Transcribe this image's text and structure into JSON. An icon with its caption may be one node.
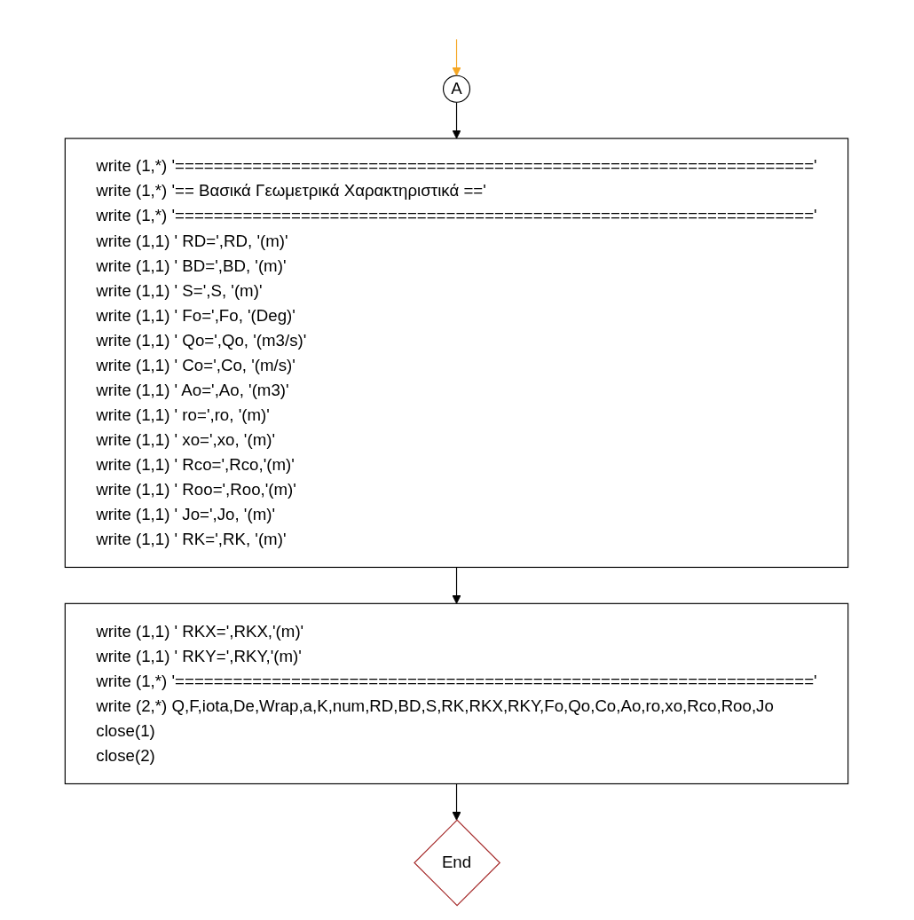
{
  "diagram": {
    "nodes": [
      {
        "text": [
          "A"
        ]
      },
      {
        "text": [
          "write (1,*) '=================================================================='",
          "write (1,*) '== Βασικά Γεωμετρικά Χαρακτηριστικά =='",
          "write (1,*) '=================================================================='",
          "write (1,1) ' RD=',RD, '(m)'",
          "write (1,1) ' BD=',BD, '(m)'",
          "write (1,1) ' S=',S, '(m)'",
          "write (1,1) ' Fo=',Fo, '(Deg)'",
          "write (1,1) ' Qo=',Qo, '(m3/s)'",
          "write (1,1) ' Co=',Co, '(m/s)'",
          "write (1,1) ' Ao=',Ao, '(m3)'",
          "write (1,1) ' ro=',ro, '(m)'",
          "write (1,1) ' xo=',xo, '(m)'",
          "write (1,1) ' Rco=',Rco,'(m)'",
          "write (1,1) ' Roo=',Roo,'(m)'",
          "write (1,1) ' Jo=',Jo, '(m)'",
          "write (1,1) ' RK=',RK, '(m)'"
        ]
      },
      {
        "text": [
          "write (1,1) ' RKX=',RKX,'(m)'",
          "write (1,1) ' RKY=',RKY,'(m)'",
          "write (1,*) '=================================================================='",
          "write (2,*) Q,F,iota,De,Wrap,a,K,num,RD,BD,S,RK,RKX,RKY,Fo,Qo,Co,Ao,ro,xo,Rco,Roo,Jo",
          "close(1)",
          "close(2)"
        ]
      },
      {
        "text": [
          "End"
        ]
      }
    ],
    "edges": [
      {
        "from": null,
        "to": 0,
        "arrow": "to",
        "color": "#f5a623"
      },
      {
        "from": 0,
        "to": 1,
        "arrow": "to"
      },
      {
        "from": 1,
        "to": 2,
        "arrow": "to"
      },
      {
        "from": 2,
        "to": 3,
        "arrow": "to"
      }
    ]
  }
}
